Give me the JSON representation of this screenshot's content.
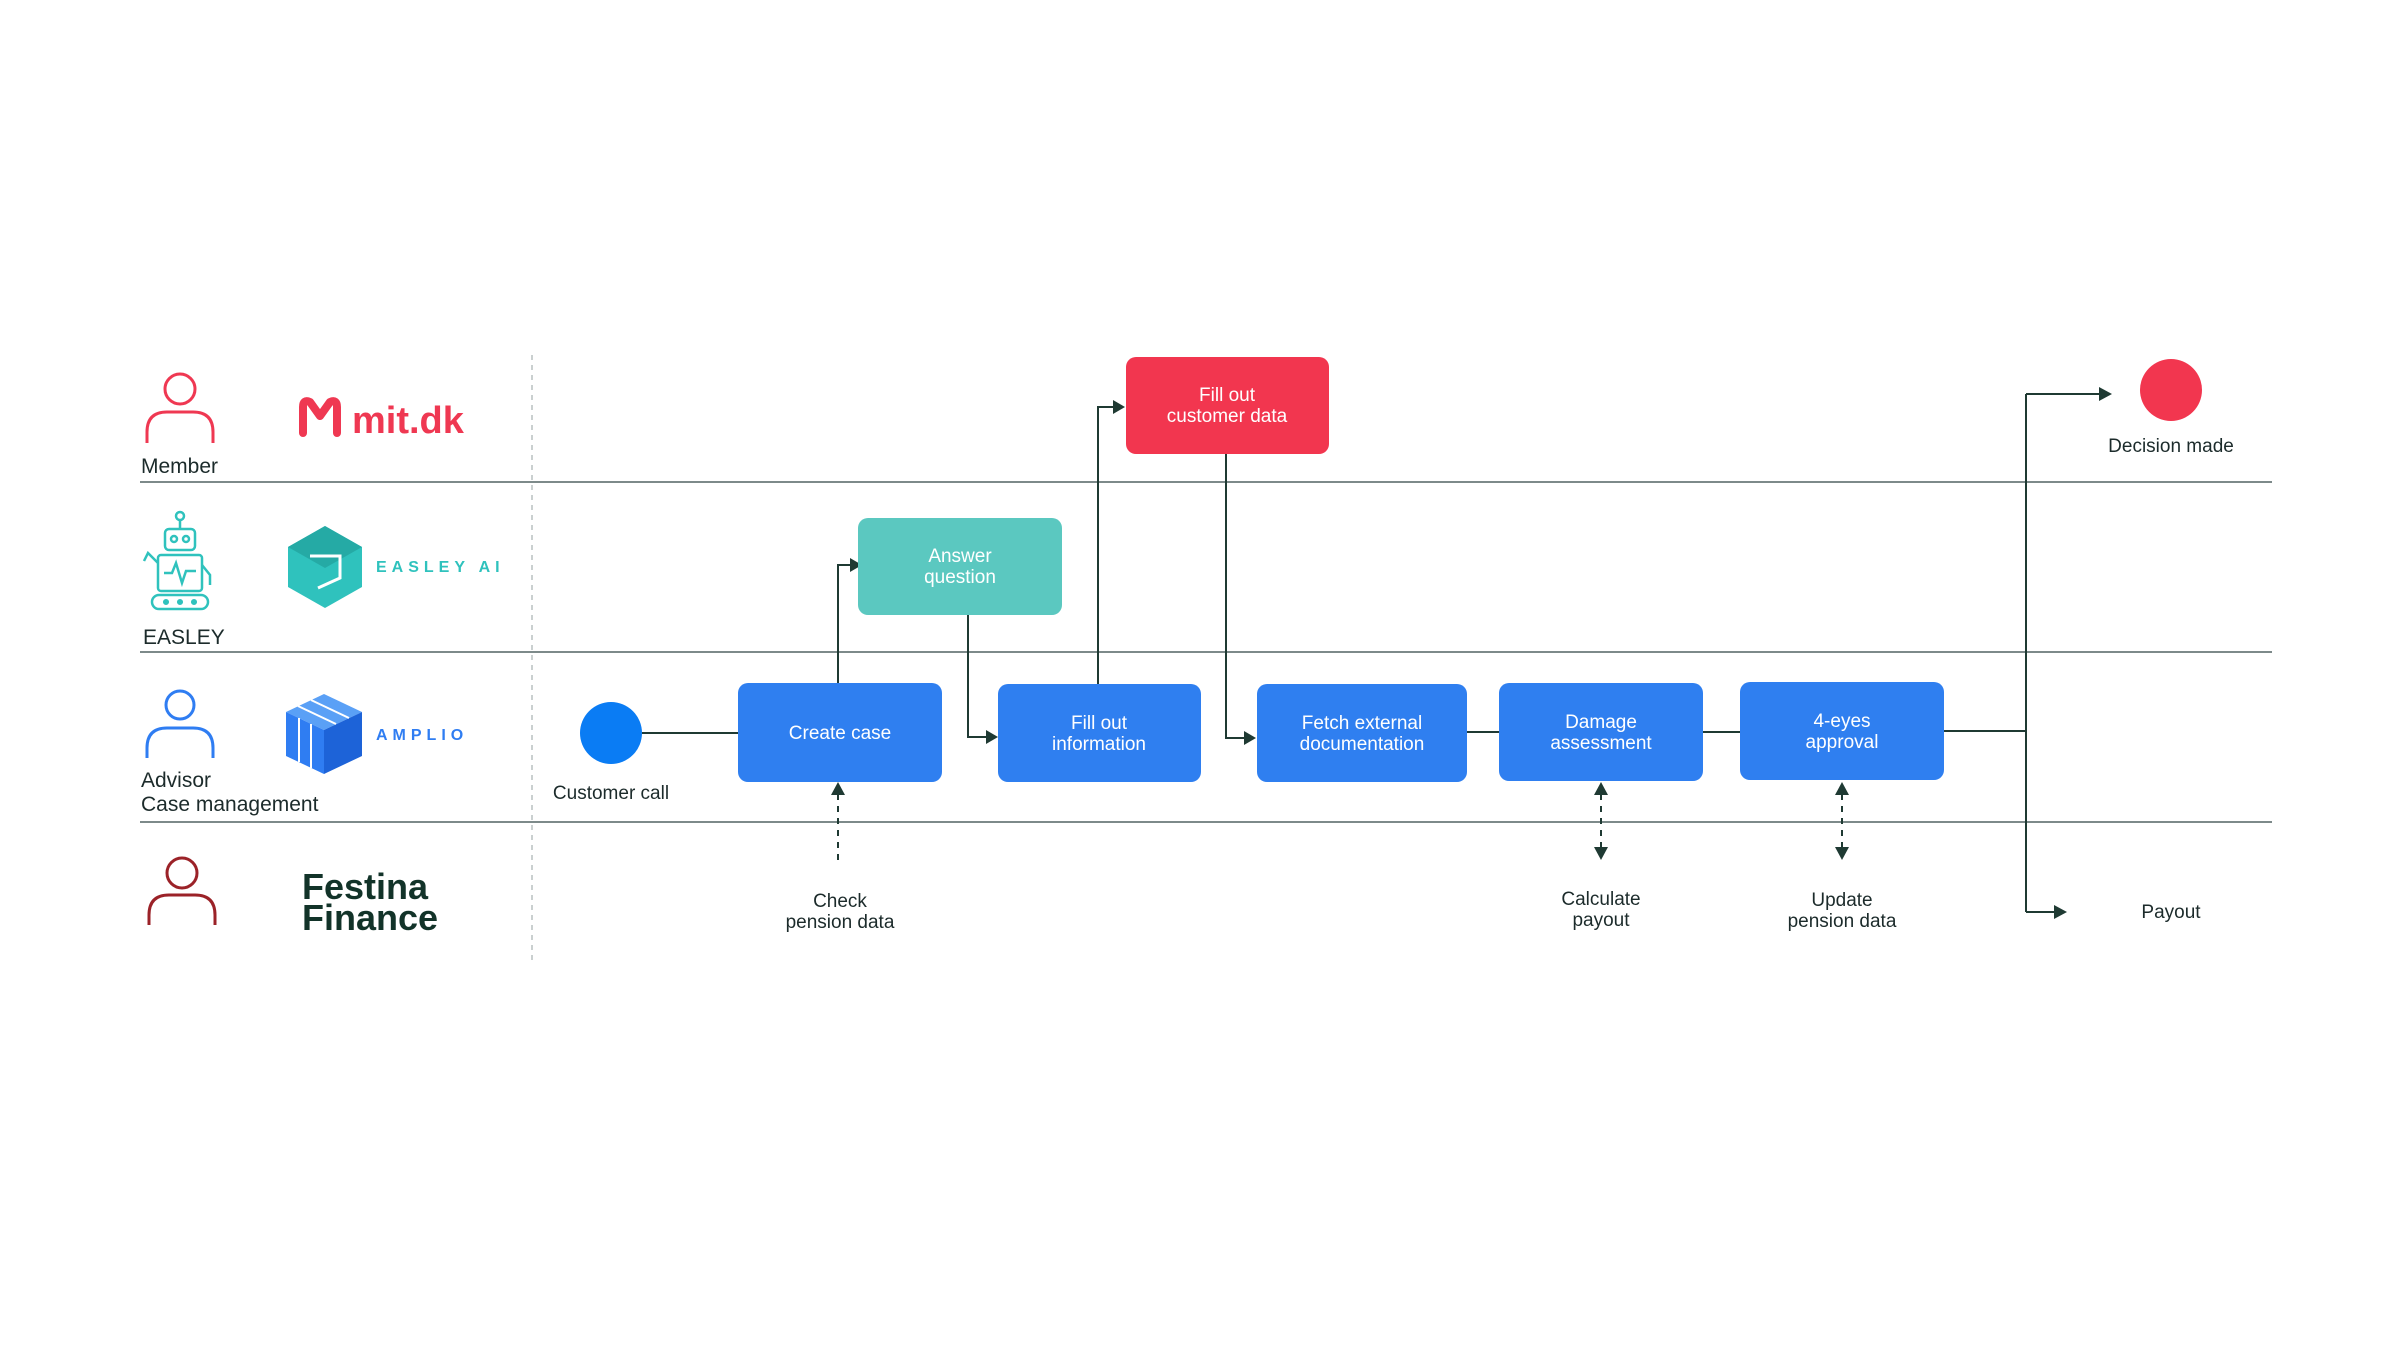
{
  "lanes": [
    {
      "title": "Member",
      "brand": "mit.dk",
      "brand_color": "#ef3852"
    },
    {
      "title": "EASLEY",
      "brand": "EASLEY AI",
      "brand_color": "#2fc2bd"
    },
    {
      "title_lines": [
        "Advisor",
        "Case management"
      ],
      "brand": "AMPLIO",
      "brand_color": "#2f7df2"
    },
    {
      "title": "",
      "brand_lines": [
        "Festina",
        "Finance"
      ],
      "brand_color": "#123329"
    }
  ],
  "lane_icons": [
    "person-icon",
    "robot-icon",
    "person-icon",
    "person-icon"
  ],
  "events": {
    "start": {
      "label": "Customer call",
      "color": "#0a7cf4"
    },
    "end": {
      "label": "Decision made",
      "color": "#f2364f"
    }
  },
  "tasks": {
    "create_case": {
      "lines": [
        "Create case"
      ],
      "color": "#2f7ff0"
    },
    "answer_question": {
      "lines": [
        "Answer",
        "question"
      ],
      "color": "#5bc8c0"
    },
    "fill_out_information": {
      "lines": [
        "Fill out",
        "information"
      ],
      "color": "#2f7ff0"
    },
    "fill_out_customer_data": {
      "lines": [
        "Fill out",
        "customer data"
      ],
      "color": "#f2364f"
    },
    "fetch_external_documentation": {
      "lines": [
        "Fetch external",
        "documentation"
      ],
      "color": "#2f7ff0"
    },
    "damage_assessment": {
      "lines": [
        "Damage",
        "assessment"
      ],
      "color": "#2f7ff0"
    },
    "four_eyes_approval": {
      "lines": [
        "4-eyes",
        "approval"
      ],
      "color": "#2f7ff0"
    }
  },
  "external_labels": {
    "check_pension_data": [
      "Check",
      "pension data"
    ],
    "calculate_payout": [
      "Calculate",
      "payout"
    ],
    "update_pension_data": [
      "Update",
      "pension data"
    ],
    "payout": [
      "Payout"
    ]
  }
}
